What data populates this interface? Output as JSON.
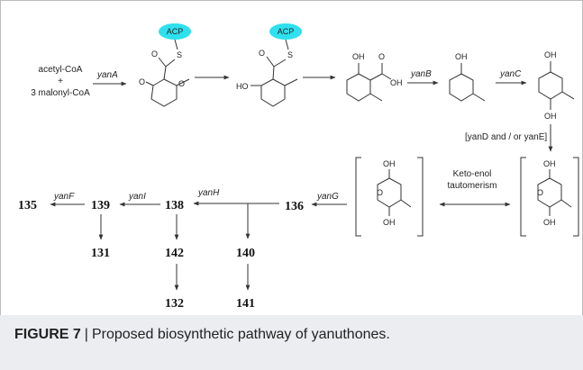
{
  "caption": {
    "figure_label": "FIGURE 7",
    "separator": "|",
    "text": "Proposed biosynthetic pathway of yanuthones."
  },
  "starting_materials": {
    "line1": "acetyl-CoA",
    "line2": "+",
    "line3": "3 malonyl-CoA"
  },
  "enzymes": {
    "a": "yanA",
    "b": "yanB",
    "c": "yanC",
    "de": "[yanD and / or yanE]",
    "g": "yanG",
    "h": "yanH",
    "i": "yanI",
    "f": "yanF"
  },
  "acp_label": "ACP",
  "tautomerism": {
    "line1": "Keto-enol",
    "line2": "tautomerism"
  },
  "atoms": {
    "o": "O",
    "s": "S",
    "ho": "HO",
    "oh": "OH"
  },
  "compounds": {
    "c135": "135",
    "c139": "139",
    "c138": "138",
    "c136": "136",
    "c131": "131",
    "c142": "142",
    "c140": "140",
    "c132": "132",
    "c141": "141"
  },
  "colors": {
    "acp": "#2fe0ee",
    "caption_bg": "#ecedf0"
  }
}
